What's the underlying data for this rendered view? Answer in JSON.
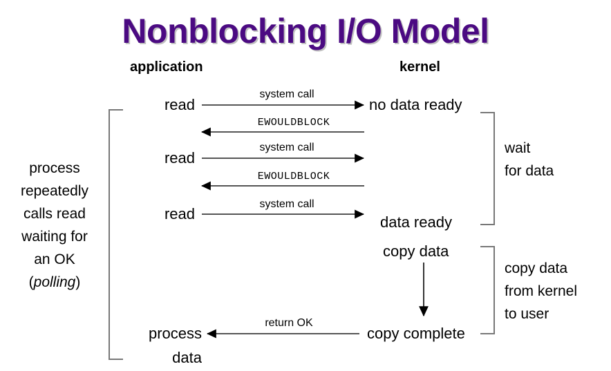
{
  "title": "Nonblocking I/O Model",
  "title_color": "#4b0a82",
  "columns": {
    "application": "application",
    "kernel": "kernel"
  },
  "left_note": {
    "lines": [
      "process",
      "repeatedly",
      "calls read",
      "waiting for",
      "an OK"
    ],
    "italic_line_prefix": "(",
    "italic_line_word": "polling",
    "italic_line_suffix": ")"
  },
  "right_notes": {
    "wait": [
      "wait",
      "for data"
    ],
    "copy": [
      "copy data",
      "from kernel",
      "to user"
    ]
  },
  "app_nodes": {
    "read1": "read",
    "read2": "read",
    "read3": "read",
    "process": "process",
    "data": "data"
  },
  "kernel_nodes": {
    "no_data_ready": "no data ready",
    "data_ready": "data ready",
    "copy_data": "copy data",
    "copy_complete": "copy complete"
  },
  "arrows": {
    "syscall1": "system call",
    "ewouldblock1": "EWOULDBLOCK",
    "syscall2": "system call",
    "ewouldblock2": "EWOULDBLOCK",
    "syscall3": "system call",
    "return_ok": "return OK"
  },
  "style_colors": {
    "line": "#555555",
    "arrowhead": "#000000",
    "bracket": "#777777",
    "text": "#000000"
  }
}
